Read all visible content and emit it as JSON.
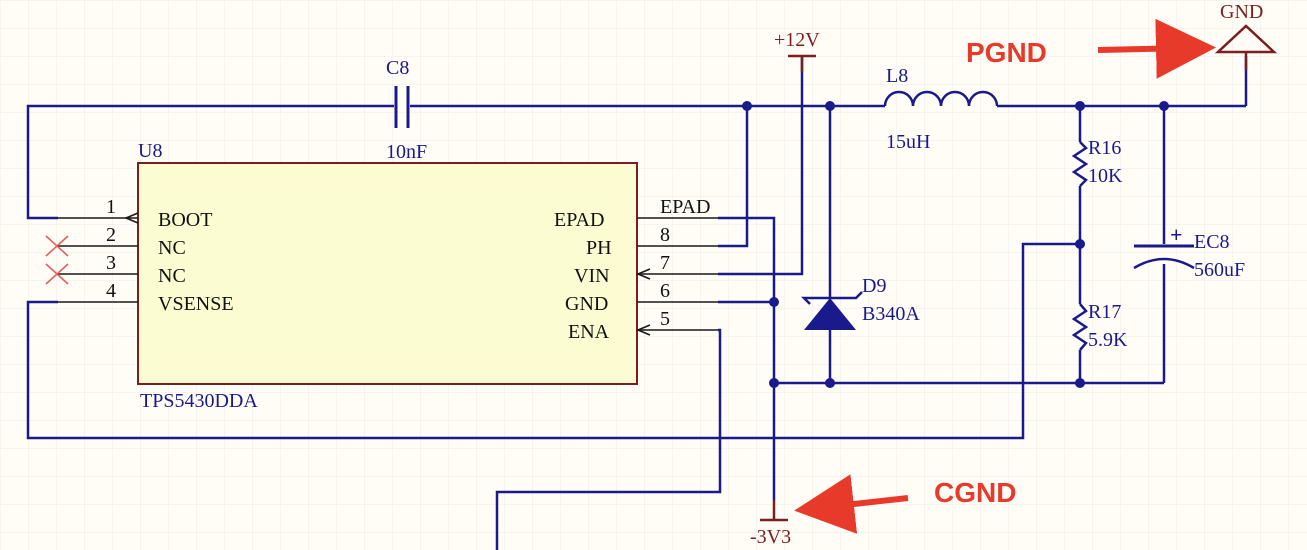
{
  "colors": {
    "wire": "#1a1a8c",
    "ic_fill": "#fcfcd2",
    "power": "#7a1f1f",
    "annotation": "#e83a2a",
    "grid": "#e6e6e6"
  },
  "ic": {
    "ref": "U8",
    "part": "TPS5430DDA",
    "left_pins": [
      {
        "num": "1",
        "name": "BOOT"
      },
      {
        "num": "2",
        "name": "NC"
      },
      {
        "num": "3",
        "name": "NC"
      },
      {
        "num": "4",
        "name": "VSENSE"
      }
    ],
    "right_pins": [
      {
        "num": "",
        "name": "EPAD",
        "net": "EPAD"
      },
      {
        "num": "8",
        "name": "PH"
      },
      {
        "num": "7",
        "name": "VIN"
      },
      {
        "num": "6",
        "name": "GND"
      },
      {
        "num": "5",
        "name": "ENA"
      }
    ]
  },
  "components": {
    "c8": {
      "ref": "C8",
      "value": "10nF"
    },
    "l8": {
      "ref": "L8",
      "value": "15uH"
    },
    "r16": {
      "ref": "R16",
      "value": "10K"
    },
    "r17": {
      "ref": "R17",
      "value": "5.9K"
    },
    "ec8": {
      "ref": "EC8",
      "value": "560uF",
      "polarity": "+"
    },
    "d9": {
      "ref": "D9",
      "value": "B340A"
    }
  },
  "power": {
    "vin": "+12V",
    "gnd": "GND",
    "neg": "-3V3"
  },
  "annotations": {
    "pgnd": "PGND",
    "cgnd": "CGND"
  }
}
